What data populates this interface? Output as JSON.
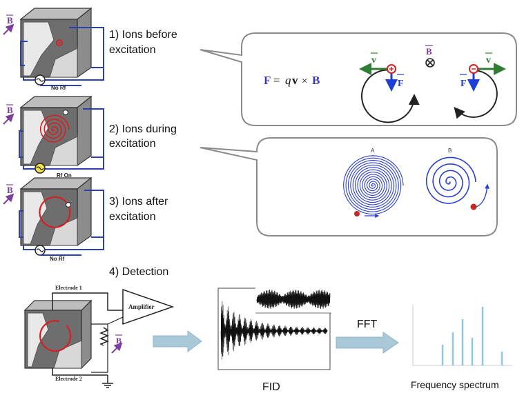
{
  "steps": {
    "s1_line1": "1) Ions before",
    "s1_line2": "excitation",
    "s2_line1": "2) Ions during",
    "s2_line2": "excitation",
    "s3_line1": "3) Ions after",
    "s3_line2": "excitation",
    "s4": "4) Detection"
  },
  "traps": {
    "b_label": "B",
    "rf_off": "No Rf",
    "rf_on": "Rf On"
  },
  "callout1": {
    "formula_F": "F",
    "formula_eq": "=",
    "formula_q": "q",
    "formula_v": "v",
    "formula_x": "×",
    "formula_B": "B",
    "v_label": "v",
    "f_label": "F",
    "b_into": "B"
  },
  "callout2": {
    "label_a": "A",
    "label_b": "B"
  },
  "detection": {
    "electrode1": "Electrode 1",
    "electrode2": "Electrode 2",
    "amplifier": "Amplifier",
    "b_label": "B",
    "fft": "FFT",
    "fid": "FID",
    "freq": "Frequency spectrum"
  },
  "colors": {
    "ion_red": "#d42020",
    "arrow_green": "#2e7d32",
    "arrow_blue": "#1e3fd6",
    "spiral_blue": "#2a3fcf",
    "purple": "#7b3f9c",
    "callout_border": "#8a8a8a",
    "block_arrow": "#a9c9d8"
  }
}
